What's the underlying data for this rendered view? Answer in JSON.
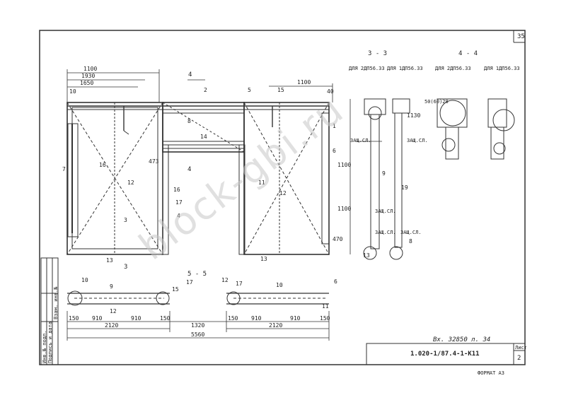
{
  "sheet": {
    "page_number": "35",
    "sheet_code": "1.020-1/87.4-1-К11",
    "sheet_label": "Лист",
    "sheet_no": "2",
    "inventory": "Вх. 32850 л. 34",
    "format": "ФОРМАТ А3",
    "watermark": "block-gbi.ru",
    "side_stamp": [
      "Инв.№ подл.",
      "Подпись и дата",
      "Взам. инв.№"
    ]
  },
  "sections": {
    "s33_title": "3 - 3",
    "s44_title": "4 - 4",
    "s33_left": "ДЛЯ 2ДП56.33",
    "s33_right": "ДЛЯ 1ДП56.33",
    "s44_left": "ДЛЯ 2ДП56.33",
    "s44_right": "ДЛЯ 1ДП56.33",
    "zash": "ЗАЩ.СЛ.",
    "dim_50_60_28": "50(60)28"
  },
  "dims": {
    "d1100a": "1100",
    "d1930": "1930",
    "d1650": "1650",
    "d1100b": "1100",
    "d10": "10",
    "d40": "40",
    "d473": "473",
    "d470": "470",
    "d150a": "150",
    "d910a": "910",
    "d910b": "910",
    "d150b": "150",
    "d1320": "1320",
    "d150c": "150",
    "d910c": "910",
    "d910d": "910",
    "d150d": "150",
    "d2120a": "2120",
    "d2120b": "2120",
    "d5560": "5560",
    "d1130": "1130",
    "d1100v": "1100",
    "d1100v2": "1100"
  },
  "marks": {
    "sec4": "4",
    "sec3": "3",
    "sec5": "5 - 5",
    "m1": "1",
    "m2": "2",
    "m3": "3",
    "m4": "4",
    "m5": "5",
    "m6": "6",
    "m7": "7",
    "m8": "8",
    "m9": "9",
    "m10": "10",
    "m11": "11",
    "m12": "12",
    "m13": "13",
    "m14": "14",
    "m15": "15",
    "m16": "16",
    "m17": "17",
    "m19": "19"
  }
}
